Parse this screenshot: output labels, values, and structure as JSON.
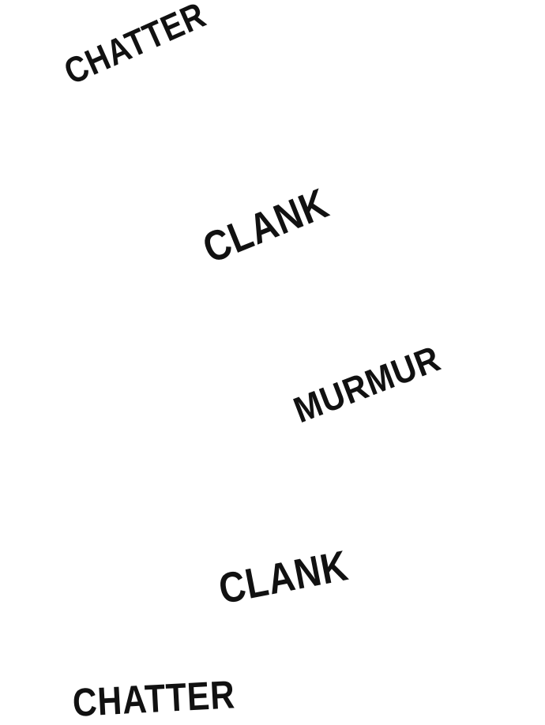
{
  "sound_effects": [
    {
      "text": "CHATTER"
    },
    {
      "text": "CLANK"
    },
    {
      "text": "MURMUR"
    },
    {
      "text": "CLANK"
    },
    {
      "text": "CHATTER"
    }
  ]
}
